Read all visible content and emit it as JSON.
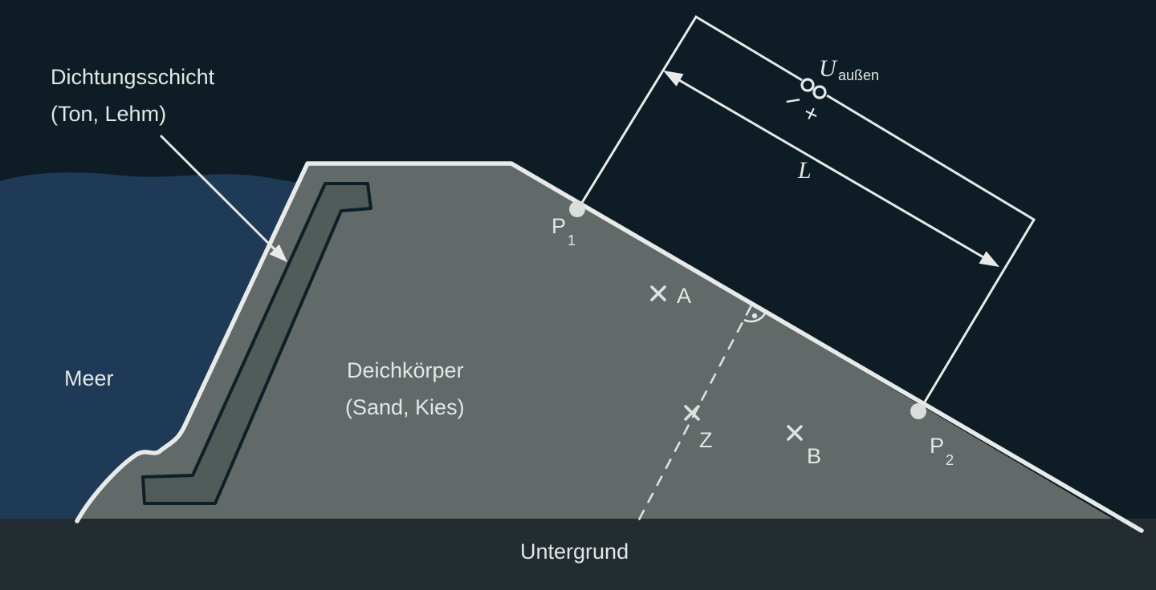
{
  "colors": {
    "background": "#0d1c25",
    "sea": "#1e3a57",
    "dike": "#616a68",
    "sealing_layer": "#515b59",
    "sealing_outline": "#0d1f28",
    "ground": "#232d31",
    "line": "#e7eae8",
    "text": "#e3e7e5"
  },
  "labels": {
    "sealing": {
      "line1": "Dichtungsschicht",
      "line2": "(Ton, Lehm)"
    },
    "sea": "Meer",
    "dike": {
      "line1": "Deichkörper",
      "line2": "(Sand, Kies)"
    },
    "ground": "Untergrund"
  },
  "points": {
    "p1": {
      "main": "P",
      "sub": "1"
    },
    "p2": {
      "main": "P",
      "sub": "2"
    },
    "a": "A",
    "b": "B",
    "z": "Z"
  },
  "circuit": {
    "voltage": {
      "main": "U",
      "sub": "außen"
    },
    "battery": {
      "minus": "−",
      "plus": "+"
    },
    "length": "L"
  }
}
